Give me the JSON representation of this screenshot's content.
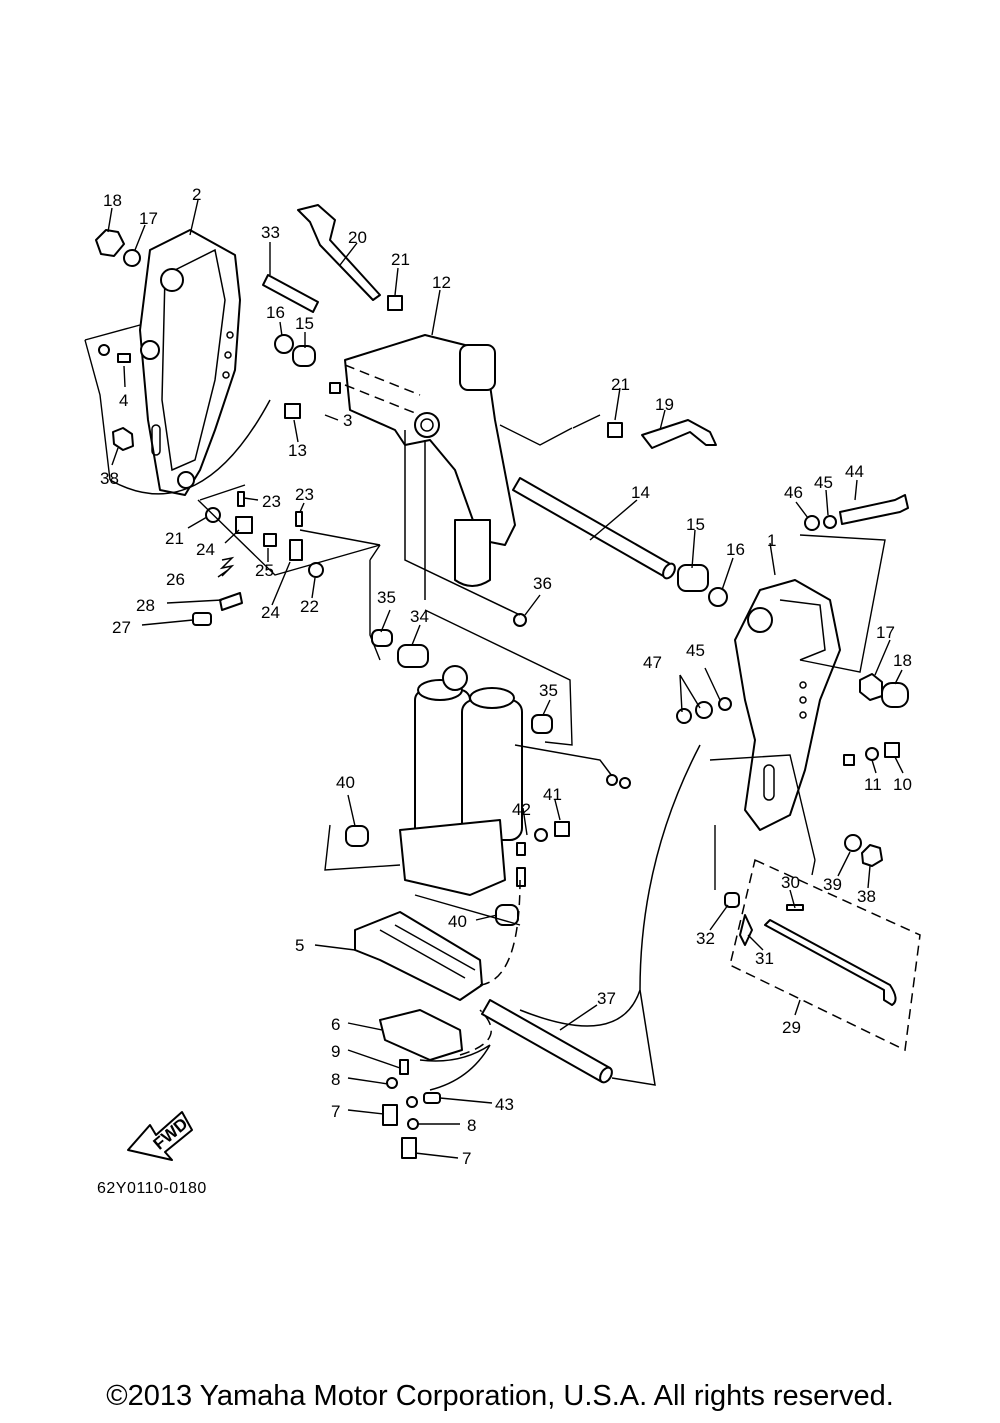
{
  "diagram_code": "62Y0110-0180",
  "fwd_label": "FWD",
  "copyright": "©2013 Yamaha Motor Corporation, U.S.A. All rights reserved.",
  "callouts": {
    "c1": "1",
    "c2": "2",
    "c3": "3",
    "c4": "4",
    "c5": "5",
    "c6": "6",
    "c7": "7",
    "c7b": "7",
    "c8": "8",
    "c8b": "8",
    "c9": "9",
    "c10": "10",
    "c11": "11",
    "c12": "12",
    "c13": "13",
    "c14": "14",
    "c15": "15",
    "c15b": "15",
    "c16": "16",
    "c16b": "16",
    "c17": "17",
    "c17b": "17",
    "c18": "18",
    "c18b": "18",
    "c19": "19",
    "c20": "20",
    "c21": "21",
    "c21b": "21",
    "c21c": "21",
    "c22": "22",
    "c23": "23",
    "c23b": "23",
    "c24": "24",
    "c24b": "24",
    "c25": "25",
    "c26": "26",
    "c27": "27",
    "c28": "28",
    "c29": "29",
    "c30": "30",
    "c31": "31",
    "c32": "32",
    "c33": "33",
    "c34": "34",
    "c35": "35",
    "c35b": "35",
    "c36": "36",
    "c37": "37",
    "c38": "38",
    "c38b": "38",
    "c39": "39",
    "c40": "40",
    "c40b": "40",
    "c41": "41",
    "c42": "42",
    "c43": "43",
    "c44": "44",
    "c45": "45",
    "c45b": "45",
    "c46": "46",
    "c47": "47"
  }
}
